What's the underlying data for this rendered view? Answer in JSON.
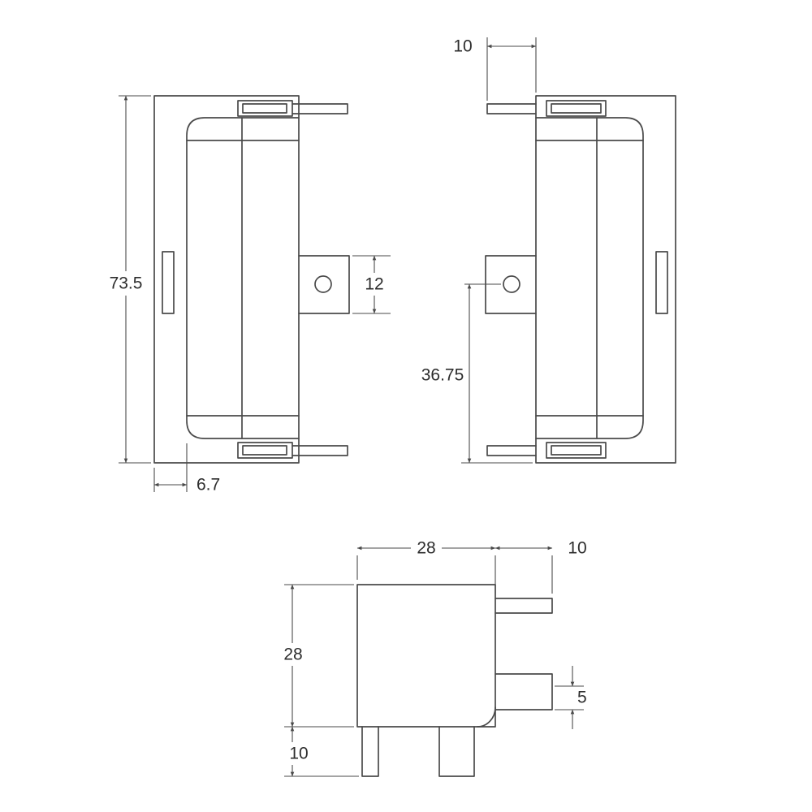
{
  "drawing": {
    "kind": "technical-dimension-drawing",
    "colors": {
      "background": "#ffffff",
      "line": "#4a4a4a",
      "text": "#2d2d2d"
    },
    "dimensions": {
      "front_overall_height": "73.5",
      "front_bracket_tab_width": "12",
      "front_body_offset": "6.7",
      "side_pin_length": "10",
      "side_hole_center_height": "36.75",
      "top_body_width": "28",
      "top_flange_length": "10",
      "top_body_depth": "28",
      "top_pin_length": "10",
      "top_bracket_thickness": "5"
    }
  }
}
